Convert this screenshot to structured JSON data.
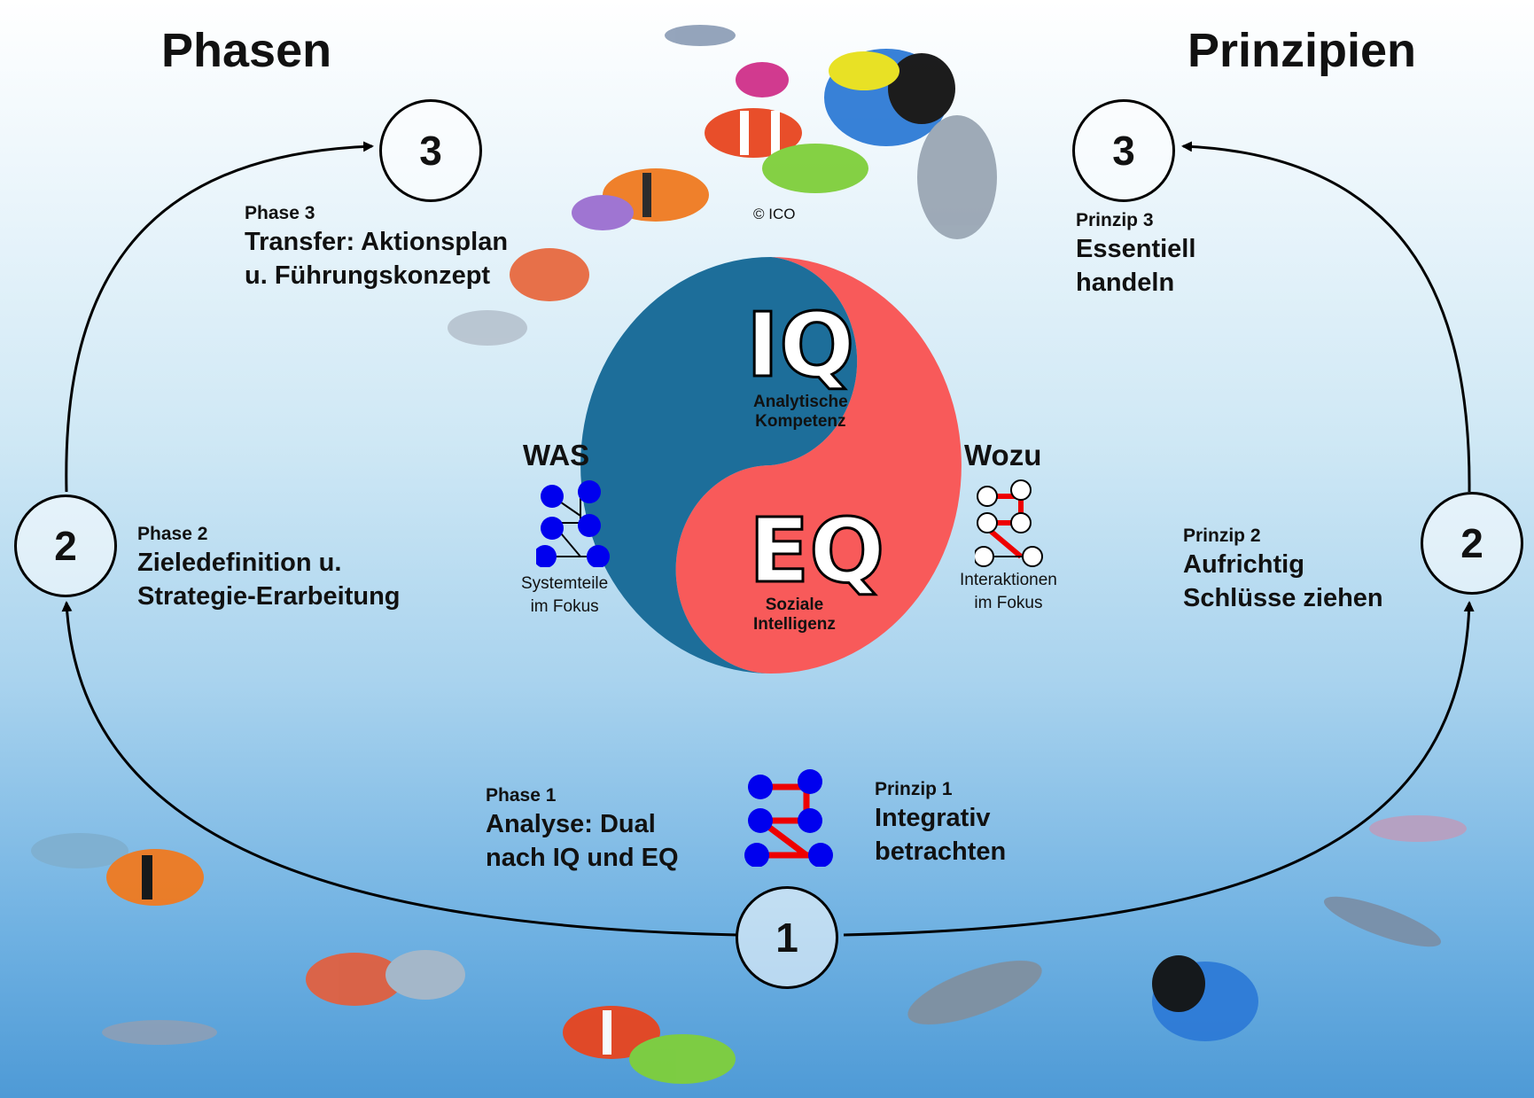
{
  "colors": {
    "iq_blue": "#1d6e9a",
    "eq_red": "#f85a5a",
    "node_blue": "#0000ee",
    "link_red": "#ee0000"
  },
  "headings": {
    "left": "Phasen",
    "right": "Prinzipien"
  },
  "circles": {
    "left_top": "3",
    "left_mid": "2",
    "bottom": "1",
    "right_top": "3",
    "right_mid": "2"
  },
  "phase3": {
    "label": "Phase 3",
    "line1": "Transfer: Aktionsplan",
    "line2": "u. Führungskonzept"
  },
  "phase2": {
    "label": "Phase 2",
    "line1": "Zieledefinition u.",
    "line2": "Strategie-Erarbeitung"
  },
  "phase1": {
    "label": "Phase 1",
    "line1": "Analyse: Dual",
    "line2": "nach IQ und EQ"
  },
  "prinzip3": {
    "label": "Prinzip 3",
    "line1": "Essentiell",
    "line2": "handeln"
  },
  "prinzip2": {
    "label": "Prinzip 2",
    "line1": "Aufrichtig",
    "line2": "Schlüsse ziehen"
  },
  "prinzip1": {
    "label": "Prinzip 1",
    "line1": "Integrativ",
    "line2": "betrachten"
  },
  "center": {
    "iq": "IQ",
    "iq_sub1": "Analytische",
    "iq_sub2": "Kompetenz",
    "eq": "EQ",
    "eq_sub1": "Soziale",
    "eq_sub2": "Intelligenz"
  },
  "was": {
    "title": "WAS",
    "line1": "Systemteile",
    "line2": "im Fokus"
  },
  "wozu": {
    "title": "Wozu",
    "line1": "Interaktionen",
    "line2": "im Fokus"
  },
  "copyright": "© ICO"
}
